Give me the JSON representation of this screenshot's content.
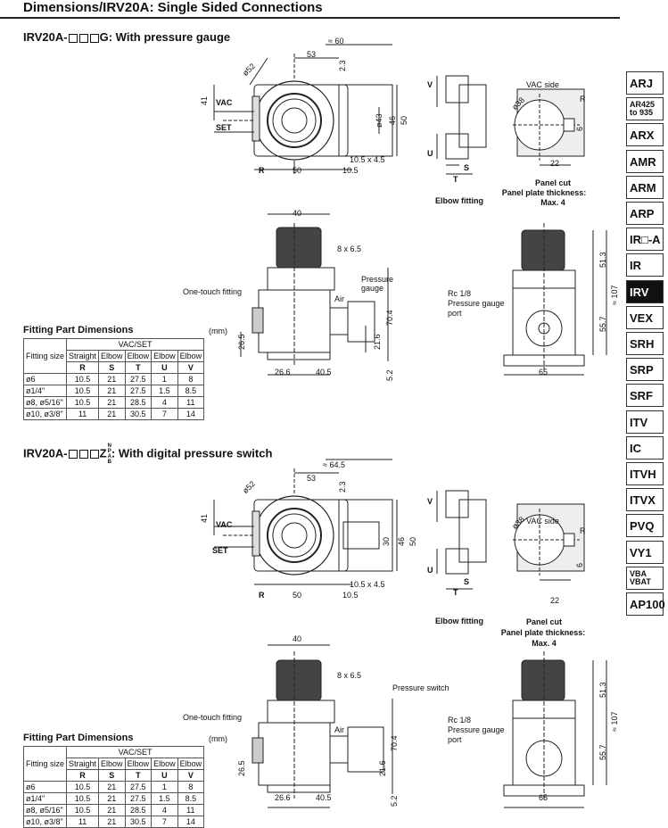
{
  "page": {
    "title": "Dimensions/IRV20A: Single Sided Connections"
  },
  "section1": {
    "title_prefix": "IRV20A-",
    "title_suffix": "G: With pressure gauge"
  },
  "section2": {
    "title_prefix": "IRV20A-",
    "title_mid": "Z",
    "stack_top": "N",
    "stack_mid1": "P",
    "stack_mid2": "A",
    "stack_bottom": "B",
    "title_suffix": ": With digital pressure switch"
  },
  "drawing1": {
    "top": {
      "approx60": "≈ 60",
      "d53": "53",
      "d52": "ø52",
      "d41": "41",
      "vac": "VAC",
      "set": "SET",
      "d23": "2.3",
      "d43": "ø43",
      "d46": "46",
      "d50v": "50",
      "r": "R",
      "d50h": "50",
      "d105": "10.5",
      "slot": "10.5 x 4.5"
    },
    "elbow": {
      "v": "V",
      "u": "U",
      "s": "S",
      "t": "T",
      "caption": "Elbow fitting"
    },
    "panel": {
      "vac_side": "VAC side",
      "d38": "ø38",
      "r": "R",
      "d6": "6",
      "d22": "22",
      "caption1": "Panel cut",
      "caption2": "Panel plate thickness:",
      "caption3": "Max. 4"
    },
    "front": {
      "d40": "40",
      "hole": "8 x 6.5",
      "pressure": "Pressure",
      "gauge": "gauge",
      "one_touch": "One-touch fitting",
      "air": "Air",
      "d704": "70.4",
      "d265": "26.5",
      "d216": "21.6",
      "d266": "26.6",
      "d405": "40.5",
      "d52": "5.2"
    },
    "side": {
      "rc": "Rc 1/8",
      "pgp1": "Pressure gauge",
      "pgp2": "port",
      "d513": "51.3",
      "d107": "≈ 107",
      "d557": "55.7",
      "d65": "65"
    }
  },
  "drawing2": {
    "top": {
      "approx645": "≈ 64.5",
      "d53": "53",
      "d52": "ø52",
      "d41": "41",
      "vac": "VAC",
      "set": "SET",
      "d23": "2.3",
      "d30": "30",
      "d46": "46",
      "d50v": "50",
      "r": "R",
      "d50h": "50",
      "d105": "10.5",
      "slot": "10.5 x 4.5"
    },
    "elbow": {
      "v": "V",
      "u": "U",
      "s": "S",
      "t": "T",
      "caption": "Elbow fitting"
    },
    "panel": {
      "vac_side": "VAC side",
      "d38": "ø38",
      "r": "R",
      "d6": "6",
      "d22": "22",
      "caption1": "Panel cut",
      "caption2": "Panel plate thickness:",
      "caption3": "Max. 4"
    },
    "front": {
      "d40": "40",
      "hole": "8 x 6.5",
      "pressure_switch": "Pressure switch",
      "one_touch": "One-touch fitting",
      "air": "Air",
      "d704": "70.4",
      "d265": "26.5",
      "d216": "21.6",
      "d266": "26.6",
      "d405": "40.5",
      "d52": "5.2"
    },
    "side": {
      "rc": "Rc 1/8",
      "pgp1": "Pressure gauge",
      "pgp2": "port",
      "d513": "51.3",
      "d107": "≈ 107",
      "d557": "55.7",
      "d65": "65"
    }
  },
  "fitting_table": {
    "title": "Fitting Part Dimensions",
    "unit": "(mm)",
    "group_header": "VAC/SET",
    "size_header": "Fitting size",
    "types": [
      "Straight",
      "Elbow",
      "Elbow",
      "Elbow",
      "Elbow"
    ],
    "letters": [
      "R",
      "S",
      "T",
      "U",
      "V"
    ],
    "rows": [
      [
        "ø6",
        "10.5",
        "21",
        "27.5",
        "1",
        "8"
      ],
      [
        "ø1/4\"",
        "10.5",
        "21",
        "27.5",
        "1.5",
        "8.5"
      ],
      [
        "ø8, ø5/16\"",
        "10.5",
        "21",
        "28.5",
        "4",
        "11"
      ],
      [
        "ø10, ø3/8\"",
        "11",
        "21",
        "30.5",
        "7",
        "14"
      ]
    ]
  },
  "sidebar": {
    "tabs": [
      "ARJ",
      "AR425 to 935",
      "ARX",
      "AMR",
      "ARM",
      "ARP",
      "IR□-A",
      "IR",
      "IRV",
      "VEX",
      "SRH",
      "SRP",
      "SRF",
      "ITV",
      "IC",
      "ITVH",
      "ITVX",
      "PVQ",
      "VY1",
      "VBA VBAT",
      "AP100"
    ],
    "active": "IRV"
  }
}
